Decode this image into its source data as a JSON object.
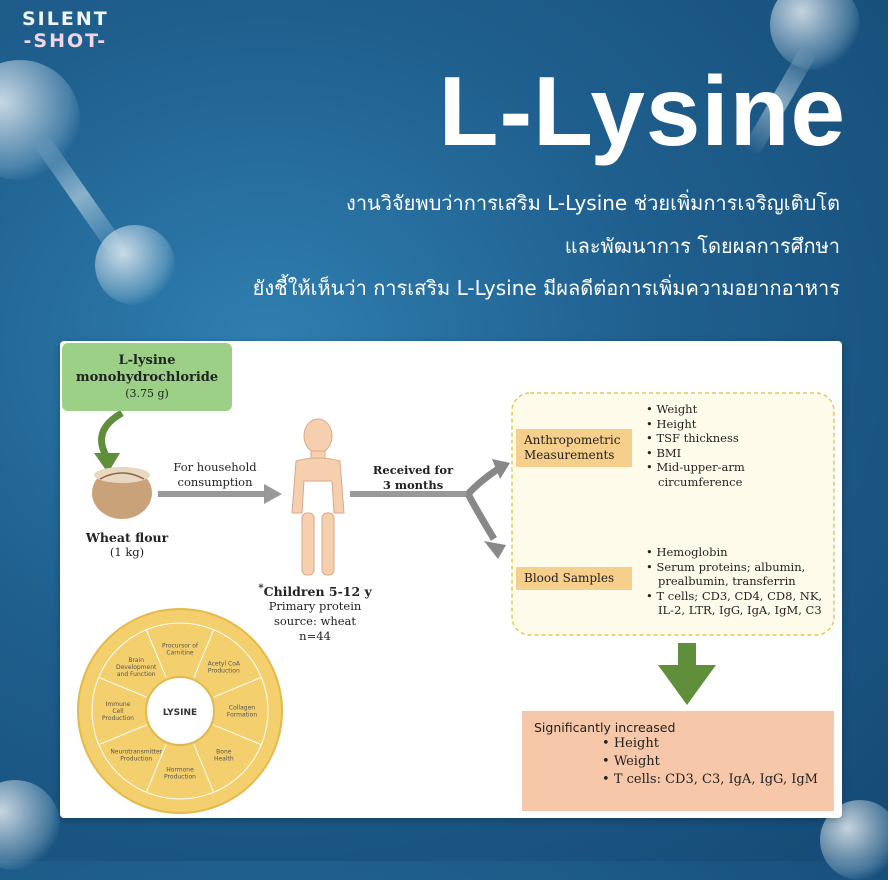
{
  "brand": {
    "line1": "SILENT",
    "line2": "-SHOT-"
  },
  "title": "L-Lysine",
  "subtitle_lines": [
    "งานวิจัยพบว่าการเสริม L-Lysine ช่วยเพิ่มการเจริญเติบโต",
    "และพัฒนาการ โดยผลการศึกษา",
    "ยังชี้ให้เห็นว่า การเสริม L-Lysine มีผลดีต่อการเพิ่มความอยากอาหาร"
  ],
  "diagram": {
    "lysine_box": {
      "name": "L-lysine",
      "name2": "monohydrochloride",
      "dose": "(3.75 g)"
    },
    "flour": {
      "label": "Wheat flour",
      "amount": "(1 kg)"
    },
    "household": {
      "line1": "For household",
      "line2": "consumption"
    },
    "children": {
      "title": "Children 5-12 y",
      "star": "*",
      "line1": "Primary protein",
      "line2": "source: wheat",
      "line3": "n=44"
    },
    "received": {
      "line1": "Received for",
      "line2": "3 months"
    },
    "anthro": {
      "label_line1": "Anthropometric",
      "label_line2": "Measurements",
      "items": [
        "Weight",
        "Height",
        "TSF thickness",
        "BMI",
        "Mid-upper-arm",
        "circumference"
      ]
    },
    "blood": {
      "label": "Blood Samples",
      "items": [
        "Hemoglobin",
        "Serum proteins; albumin,",
        "prealbumin, transferrin",
        "T cells; CD3, CD4, CD8, NK,",
        "IL-2, LTR, IgG, IgA, IgM, C3"
      ]
    },
    "result": {
      "heading": "Significantly increased",
      "items": [
        "Height",
        "Weight",
        "T cells: CD3, C3, IgA, IgG, IgM"
      ]
    },
    "wheel": {
      "center": "LYSINE",
      "segments": [
        [
          "Procursor of",
          "Carnitine"
        ],
        [
          "Acetyl CoA",
          "Production"
        ],
        [
          "Collagen",
          "Formation"
        ],
        [
          "Bone",
          "Health"
        ],
        [
          "Hormone",
          "Production"
        ],
        [
          "Neurotransmitter",
          "Production"
        ],
        [
          "Immune",
          "Cell",
          "Production"
        ],
        [
          "Brain",
          "Development",
          "and Function"
        ]
      ]
    }
  },
  "colors": {
    "green_box": "#9cd086",
    "yellow_box": "#f6cf8c",
    "result_box": "#f6c7a8",
    "wheel": "#f3cf6d",
    "arrow_green": "#5f8f3a"
  }
}
